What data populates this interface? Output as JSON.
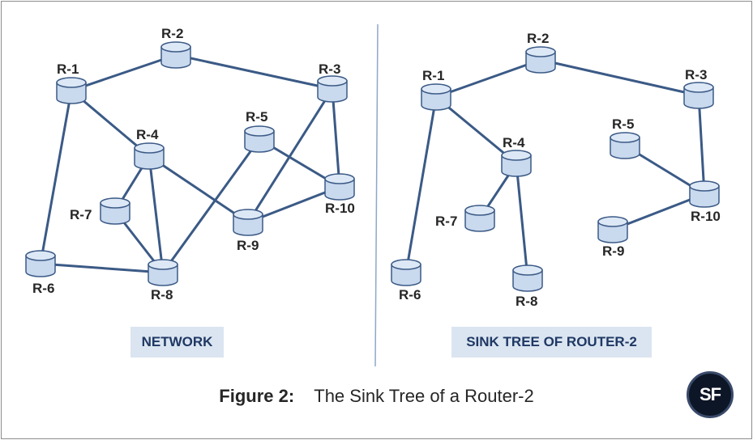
{
  "diagrams": [
    {
      "label": "NETWORK",
      "routers": [
        "R-1",
        "R-2",
        "R-3",
        "R-4",
        "R-5",
        "R-6",
        "R-7",
        "R-8",
        "R-9",
        "R-10"
      ]
    },
    {
      "label": "SINK TREE OF ROUTER-2",
      "routers": [
        "R-1",
        "R-2",
        "R-3",
        "R-4",
        "R-5",
        "R-6",
        "R-7",
        "R-8",
        "R-9",
        "R-10"
      ]
    }
  ],
  "caption": {
    "bold": "Figure 2:",
    "text": "The Sink Tree of a Router-2"
  },
  "logo": {
    "text": "SF"
  },
  "colors": {
    "link": "#3b5a86",
    "router_fill": "#c9d9ee",
    "router_stroke": "#3b5a86",
    "divider": "#8fa7c7"
  }
}
